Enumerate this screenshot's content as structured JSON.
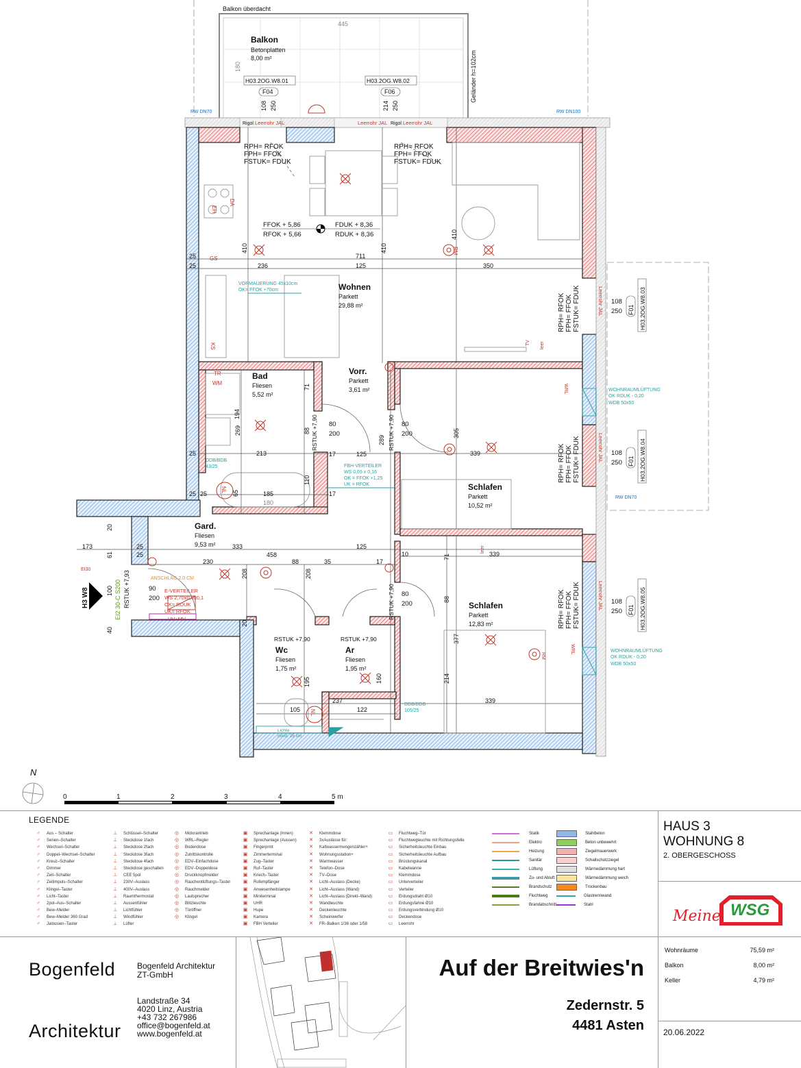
{
  "plan": {
    "balcony_roof_label": "Balkon überdacht",
    "railing_label": "Geländer h=102cm",
    "balcony_width_dim": "445",
    "balcony_depth_dim": "180",
    "rooms": [
      {
        "name": "Balkon",
        "floor": "Betonplatten",
        "area": "8,00 m²"
      },
      {
        "name": "Wohnen",
        "floor": "Parkett",
        "area": "29,88 m²"
      },
      {
        "name": "Bad",
        "floor": "Fliesen",
        "area": "5,52 m²"
      },
      {
        "name": "Vorr.",
        "floor": "Parkett",
        "area": "3,61 m²"
      },
      {
        "name": "Schlafen",
        "floor": "Parkett",
        "area": "10,52 m²"
      },
      {
        "name": "Gard.",
        "floor": "Fliesen",
        "area": "9,53 m²"
      },
      {
        "name": "Schlafen",
        "floor": "Parkett",
        "area": "12,83 m²"
      },
      {
        "name": "Wc",
        "floor": "Fliesen",
        "area": "1,75 m²"
      },
      {
        "name": "Ar",
        "floor": "Fliesen",
        "area": "1,95 m²"
      }
    ],
    "windows": [
      {
        "id": "H03.2OG.W8.01",
        "type": "F04",
        "sill": "108",
        "height": "250"
      },
      {
        "id": "H03.2OG.W8.02",
        "type": "F06",
        "sill": "214",
        "height": "250"
      },
      {
        "id": "H03.2OG.W8.03",
        "type": "F01",
        "sill": "108",
        "height": "250"
      },
      {
        "id": "H03.2OG.W8.04",
        "type": "F01",
        "sill": "108",
        "height": "250"
      },
      {
        "id": "H03.2OG.W8.05",
        "type": "F01",
        "sill": "108",
        "height": "250"
      }
    ],
    "rw_labels": [
      "RW DN70",
      "RW DN100",
      "RW DN70"
    ],
    "rigol": "Rigol",
    "leerrohr": "Leerrohr JAL",
    "ref_heights": [
      "RPH= RFOK",
      "FPH= FFOK",
      "FSTUK= FDUK"
    ],
    "levels": {
      "ffok": "FFOK  + 5,86",
      "rfok": "RFOK  + 5,66",
      "fduk": "FDUK  + 8,36",
      "rduk": "RDUK  + 8,36"
    },
    "vormauerung": [
      "VORMAUERUNG 45x10cm",
      "OK= FFOK +70cm"
    ],
    "wohnraumlueftung": [
      "WOHNRAUMLÜFTUNG",
      "OK RDUK - 0,20",
      "WDB 50x50"
    ],
    "ddb_bad": [
      "DDB/BDB",
      "43/25"
    ],
    "ddb_ar": [
      "DDB/BDB",
      "105/25"
    ],
    "fbh_verteiler": [
      "FBH-VERTEILER",
      "WS 0,65 x 0,16",
      "OK = FFOK +1,25",
      "UK = RFOK"
    ],
    "e_verteiler": [
      "E-VERTEILER",
      "WS 2,70x0,5x0,1",
      "OK= RDUK",
      "UK= RFOK"
    ],
    "uv_mv": "UV+MV",
    "anschlag": "ANSCHLAG 2,0 CM",
    "entrance": "H3 W8",
    "door_rating": "EI2 30-C S200",
    "rstuk_entry": "RSTUK +7,93",
    "rstuk": "RSTUK +7,90",
    "ei30": "EI30",
    "lichte": [
      "Lichte",
      "mind. 25 cm"
    ],
    "doors": [
      {
        "w": "80",
        "h": "200"
      },
      {
        "w": "80",
        "h": "200"
      },
      {
        "w": "90",
        "h": "200"
      },
      {
        "w": "80",
        "h": "200"
      }
    ],
    "dims": {
      "d711": "711",
      "d236": "236",
      "d125": "125",
      "d350": "350",
      "d410": "410",
      "d213": "213",
      "d339": "339",
      "d333": "333",
      "d458": "458",
      "d230": "230",
      "d88": "88",
      "d35": "35",
      "d17": "17",
      "d185": "185",
      "d180": "180",
      "d105": "105",
      "d237": "237",
      "d122": "122",
      "d173": "173",
      "d305": "305",
      "d377": "377",
      "d214": "214",
      "d269": "269",
      "d289": "289",
      "d194": "194",
      "d208": "208",
      "d195": "195",
      "d160": "160",
      "d25": "25",
      "d10": "10",
      "d71": "71",
      "d110": "110",
      "d65": "65",
      "d100": "100",
      "d20": "20",
      "d61": "61",
      "d40": "40"
    },
    "symbols": {
      "gs": "GS",
      "eh": "EH",
      "da": "DA",
      "ks": "KS",
      "tr": "TR",
      "wm": "WM",
      "rm": "RM",
      "wrl": "WRL",
      "tv": "TV",
      "leer": "leer",
      "nl": "NL"
    }
  },
  "scale": {
    "north": "N",
    "ticks": [
      "0",
      "1",
      "2",
      "3",
      "4",
      "5 m"
    ]
  },
  "legend": {
    "title": "LEGENDE",
    "col1": [
      "Aus – Schalter",
      "Serien–Schalter",
      "Wechsel–Schalter",
      "Doppel–Wechsel–Schalter",
      "Kreuz–Schalter",
      "Dimmer",
      "Zeit–Schalter",
      "Zeitimpuls–Schalter",
      "Klingel–Taster",
      "Licht–Taster",
      "2pol–Aus–Schalter",
      "Bew–Melder",
      "Bew–Melder 360 Grad",
      "Jalousien–Taster"
    ],
    "col2": [
      "Schlüssel–Schalter",
      "Steckdose 1fach",
      "Steckdose 2fach",
      "Steckdose 3fach",
      "Steckdose 4fach",
      "Steckdose geschalten",
      "CEE 5pol",
      "230V–Auslass",
      "400V–Auslass",
      "Raumthermostat",
      "Aussenfühler",
      "Lichtfühler",
      "Windfühler",
      "Lüfter"
    ],
    "col3": [
      "Motorantrieb",
      "WRL–Regler",
      "Bodendose",
      "Zutrittskontrolle",
      "EDV–Einfachdose",
      "EDV–Doppeldose",
      "Druckknopfmelder",
      "Rauchentlüftungs–Taster",
      "Rauchmelder",
      "Lautsprecher",
      "Blitzleuchte",
      "Türöffner",
      "Klingel"
    ],
    "col4": [
      "Sprechanlage (Innen)",
      "Sprechanlage (Aussen)",
      "Fingerprint",
      "Zimmerterminal",
      "Zug–Taster",
      "Ruf–Taster",
      "Kriech–Taster",
      "Rufempfänger",
      "Anwesenheitslampe",
      "Miniterminal",
      "UHR",
      "Hupe",
      "Kamera",
      "FBH Verteiler"
    ],
    "col5": [
      "Klemmdose",
      "3xAuslässe für:",
      "Kaltwassermengenzähler+",
      "Wohnungsstation+",
      "Warmwasser",
      "Telefon–Dose",
      "TV–Dose",
      "Licht–Auslass (Decke)",
      "Licht–Auslass (Wand)",
      "Licht–Auslass (Direkt–Wand)",
      "Wandleuchte",
      "Deckenleuchte",
      "Scheinwerfer",
      "FR–Balken 1/36 oder 1/58"
    ],
    "col6": [
      "Fluchtweg–Tür",
      "Fluchtwegleuchte mit Richtungsfelle",
      "Sicherheitsleuchte Einbau",
      "Sicherheitsleuchte Aufbau",
      "Brüstungskanal",
      "Kabelwanne",
      "Klemmdose",
      "Unterverteiler",
      "Verteiler",
      "Erdungsdraht Ø10",
      "Erdungsfahne Ø10",
      "Erdungsverbindung Ø10",
      "Deckendose",
      "Leerrohr"
    ],
    "lines": [
      {
        "label": "Statik",
        "color": "#d56be0"
      },
      {
        "label": "Elektro",
        "color": "#e8a090"
      },
      {
        "label": "Heizung",
        "color": "#f5a34a"
      },
      {
        "label": "Sanitär",
        "color": "#2a9a98"
      },
      {
        "label": "Lüftung",
        "color": "#3ab0b0"
      },
      {
        "label": "Zu- und Abluft",
        "color": "#3a9aa5"
      },
      {
        "label": "Brandschutz",
        "color": "#5a7a20"
      },
      {
        "label": "Fluchtweg",
        "color": "#4a7a10"
      },
      {
        "label": "Brandabschnitt",
        "color": "#8aa040"
      }
    ],
    "materials": [
      {
        "label": "Stahlbeton",
        "color": "#8fb8e8"
      },
      {
        "label": "Beton unbewehrt",
        "color": "#8ccf5a"
      },
      {
        "label": "Ziegelmauerwerk",
        "color": "#f2b0b0"
      },
      {
        "label": "Schallschutzziegel",
        "color": "#f8d0d0"
      },
      {
        "label": "Wärmedämmung hart",
        "color": "#e0e0e0"
      },
      {
        "label": "Wärmedämmung weich",
        "color": "#fbe3a0"
      },
      {
        "label": "Trockenbau",
        "color": "#f58a1a"
      },
      {
        "label": "Glastrennwand",
        "color": "#2aa8a8"
      },
      {
        "label": "Stahl",
        "color": "#9a30e0"
      }
    ]
  },
  "titleblock": {
    "haus": "HAUS 3",
    "wohnung": "WOHNUNG 8",
    "geschoss": "2. OBERGESCHOSS",
    "logo_meine": "Meine",
    "logo_wsg": "WSG",
    "areas": [
      {
        "label": "Wohnräume",
        "value": "75,59 m²"
      },
      {
        "label": "Balkon",
        "value": "8,00 m²"
      },
      {
        "label": "Keller",
        "value": "4,79 m²"
      }
    ],
    "date": "20.06.2022",
    "project": "Auf der Breitwies'n",
    "street": "Zedernstr. 5",
    "city": "4481 Asten",
    "architect_word1": "Bogenfeld",
    "architect_word2": "Architektur",
    "firm_name": "Bogenfeld Architektur",
    "firm_type": "ZT-GmbH",
    "firm_street": "Landstraße 34",
    "firm_city": "4020 Linz, Austria",
    "firm_phone": "+43 732 267986",
    "firm_email": "office@bogenfeld.at",
    "firm_web": "www.bogenfeld.at"
  },
  "colors": {
    "wall_red": "#d94040",
    "concrete_blue": "#5a9ad8",
    "anno_red": "#c0392b",
    "anno_teal": "#2aa0a0",
    "anno_orange": "#f08a20",
    "anno_green": "#5a9a10",
    "wsg_red": "#e0202a",
    "wsg_green": "#2a9a3a"
  }
}
